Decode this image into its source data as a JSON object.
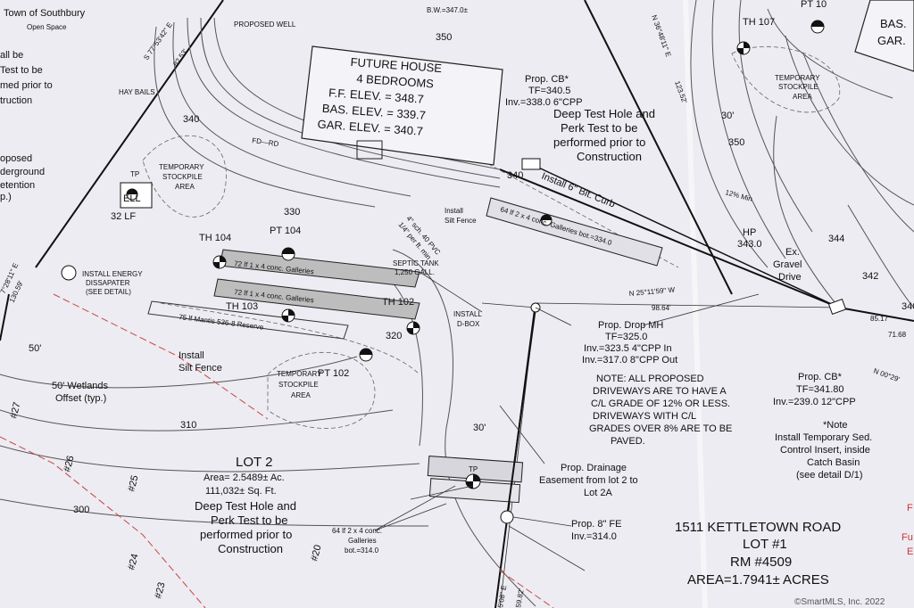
{
  "header_labels": {
    "town": "Town of Southbury",
    "open_space": "Open Space",
    "proposed_well": "PROPOSED WELL",
    "bw": "B.W.=347.0±",
    "contour_350_top": "350"
  },
  "future_house": {
    "title": "FUTURE HOUSE",
    "bedrooms": "4 BEDROOMS",
    "ff_elev": "F.F. ELEV. = 348.7",
    "bas_elev": "BAS. ELEV. = 339.7",
    "gar_elev": "GAR. ELEV. = 340.7"
  },
  "left_notes": {
    "line1": "all be",
    "line2": "Test to be",
    "line3": "med prior to",
    "line4": "truction",
    "hay_bails": "HAY BAILS",
    "temp_stockpile1": "TEMPORARY",
    "temp_stockpile2": "STOCKPILE",
    "temp_stockpile3": "AREA",
    "proposed_ug1": "oposed",
    "proposed_ug2": "derground",
    "proposed_ug3": "etention",
    "proposed_ug4": "p.)",
    "tp": "TP",
    "ell": "ELL",
    "lf32": "32 LF"
  },
  "bearings": {
    "b1": "S 77°53'42\" E",
    "b1_dist": "82.53'",
    "b2": "7°28'11\" E",
    "b2_dist": "130.59'",
    "b3": "N 36°48'11\" E",
    "b3_dist": "123.52'",
    "b4": "N 25°11'59\" W",
    "b4_dist": "98.64'",
    "b5": "N 00°29'",
    "b6": "85.17'",
    "b7": "71.68",
    "b8": "5'08\" E",
    "b9": "59.82'"
  },
  "contours": {
    "c340_left": "340",
    "c330": "330",
    "c340_mid": "340",
    "c320": "320",
    "c310": "310",
    "c300": "300",
    "c350_right": "350",
    "c344": "344",
    "c342": "342",
    "c340_right": "340"
  },
  "test_holes": {
    "th104": "TH 104",
    "pt104": "PT 104",
    "th103": "TH 103",
    "th102": "TH 102",
    "pt102": "PT 102",
    "th107": "TH 107",
    "pt_top": "PT 10",
    "tp": "TP"
  },
  "septic": {
    "gallery1": "72 lf 1 x 4 conc. Galleries",
    "gallery2": "72 lf 1 x 4 conc. Galleries",
    "reserve": "75 lf Mantis 536-8 Reserve",
    "gallery_top": "64 lf 2 x 4 conc. Galleries bot.=334.0",
    "septic_tank1": "SEPTIC TANK",
    "septic_tank2": "1,250 GALL.",
    "dbox1": "INSTALL",
    "dbox2": "D-BOX",
    "pvc": "4\" sch. 40 PVC",
    "pvc_min": "1/4\" per ft. min"
  },
  "misc_labels": {
    "energy1": "INSTALL ENERGY",
    "energy2": "DISSAPATER",
    "energy3": "(SEE DETAIL)",
    "silt_fence": "Install",
    "silt_fence2": "Silt Fence",
    "silt_fence_top": "Install",
    "silt_fence_top2": "Silt Fence",
    "wetlands1": "50' Wetlands",
    "wetlands2": "Offset (typ.)",
    "offset50": "50'",
    "temp_stock_mid1": "TEMPORARY",
    "temp_stock_mid2": "STOCKPILE",
    "temp_stock_mid3": "AREA",
    "fd_rd": "FD—RD",
    "thirty": "30'",
    "thirty_right": "30'"
  },
  "lot2": {
    "title": "LOT 2",
    "area": "Area= 2.5489± Ac.",
    "sqft": "111,032± Sq. Ft.",
    "note1": "Deep Test Hole and",
    "note2": "Perk Test to be",
    "note3": "performed prior to",
    "note4": "Construction",
    "gallery1": "64 lf 2 x 4 conc.",
    "gallery2": "Galleries",
    "gallery3": "bot.=314.0"
  },
  "wetland_flags": {
    "f27": "#27",
    "f26": "#26",
    "f25": "#25",
    "f24": "#24",
    "f23": "#23",
    "f20": "#20"
  },
  "structures": {
    "cb_top1": "Prop. CB*",
    "cb_top2": "TF=340.5",
    "cb_top3": "Inv.=338.0  6\"CPP",
    "deep_test1": "Deep Test Hole and",
    "deep_test2": "Perk Test to be",
    "deep_test3": "performed prior to",
    "deep_test4": "Construction",
    "curb": "Install 6\" Bit. Curb",
    "drop_mh1": "Prop. Drop MH",
    "drop_mh2": "TF=325.0",
    "drop_mh3": "Inv.=323.5  4\"CPP In",
    "drop_mh4": "Inv.=317.0  8\"CPP Out",
    "hp1": "HP",
    "hp2": "343.0",
    "gravel1": "Ex.",
    "gravel2": "Gravel",
    "gravel3": "Drive",
    "min12": "12% Min",
    "cb_right1": "Prop. CB*",
    "cb_right2": "TF=341.80",
    "cb_right3": "Inv.=239.0  12\"CPP",
    "fe1": "Prop. 8\" FE",
    "fe2": "Inv.=314.0",
    "easement1": "Prop. Drainage",
    "easement2": "Easement from lot 2 to",
    "easement3": "Lot 2A",
    "temp_stock_r1": "TEMPORARY",
    "temp_stock_r2": "STOCKPILE",
    "temp_stock_r3": "AREA"
  },
  "driveway_note": {
    "l1": "NOTE: ALL PROPOSED",
    "l2": "DRIVEWAYS ARE TO HAVE A",
    "l3": "C/L GRADE OF 12% OR LESS.",
    "l4": "DRIVEWAYS WITH C/L",
    "l5": "GRADES OVER 8% ARE TO BE",
    "l6": "PAVED."
  },
  "star_note": {
    "l1": "*Note",
    "l2": "Install Temporary Sed.",
    "l3": "Control Insert, inside",
    "l4": "Catch Basin",
    "l5": "(see detail D/1)"
  },
  "lot1": {
    "address": "1511 KETTLETOWN ROAD",
    "lot": "LOT #1",
    "rm": "RM #4509",
    "area": "AREA=1.7941± ACRES"
  },
  "top_right": {
    "bas": "BAS.",
    "gar": "GAR."
  },
  "red_edge": {
    "r1": "F",
    "r2": "Fu",
    "r3": "E"
  },
  "watermark": "©SmartMLS, Inc. 2022"
}
